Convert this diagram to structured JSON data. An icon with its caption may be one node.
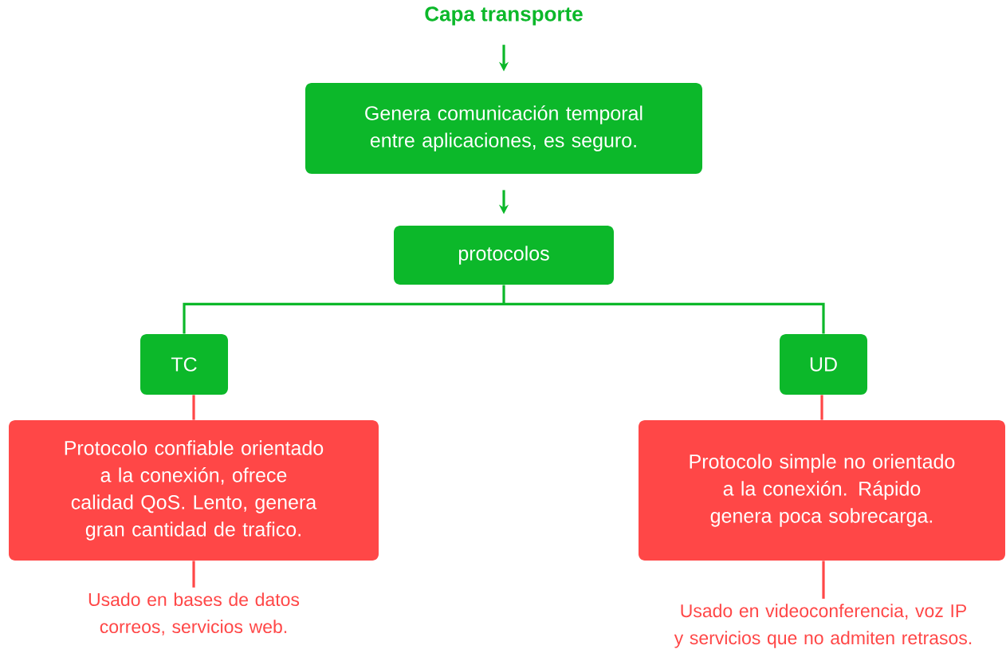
{
  "diagram": {
    "nodes": [
      {
        "text": [
          "Capa transporte"
        ]
      },
      {
        "text": [
          "Genera comunicación temporal entre aplicaciones, es seguro."
        ]
      },
      {
        "text": [
          "protocolos"
        ]
      },
      {
        "text": [
          "TC"
        ]
      },
      {
        "text": [
          "UD"
        ]
      },
      {
        "text": [
          "Protocolo confiable orientado a la conexión, ofrece calidad QoS. Lento, genera gran cantidad de trafico."
        ]
      },
      {
        "text": [
          "Protocolo simple no orientado a la conexión. Rápido genera poca sobrecarga."
        ]
      },
      {
        "text": [
          "Usado en bases de datos correos, servicios web."
        ]
      },
      {
        "text": [
          "Usado en videoconferencia, voz IP y servicios que no admiten retrasos."
        ]
      }
    ],
    "edges": [
      {
        "from": 0,
        "to": 1,
        "arrow": "to",
        "color": "#0cb82a"
      },
      {
        "from": 1,
        "to": 2,
        "arrow": "to",
        "color": "#0cb82a"
      },
      {
        "from": 2,
        "to": 3,
        "arrow": "none",
        "color": "#0cb82a"
      },
      {
        "from": 2,
        "to": 4,
        "arrow": "none",
        "color": "#0cb82a"
      },
      {
        "from": 3,
        "to": 5,
        "arrow": "none",
        "color": "#ff4747"
      },
      {
        "from": 4,
        "to": 6,
        "arrow": "none",
        "color": "#ff4747"
      },
      {
        "from": 5,
        "to": 7,
        "arrow": "none",
        "color": "#ff4747"
      },
      {
        "from": 6,
        "to": 8,
        "arrow": "none",
        "color": "#ff4747"
      }
    ]
  }
}
